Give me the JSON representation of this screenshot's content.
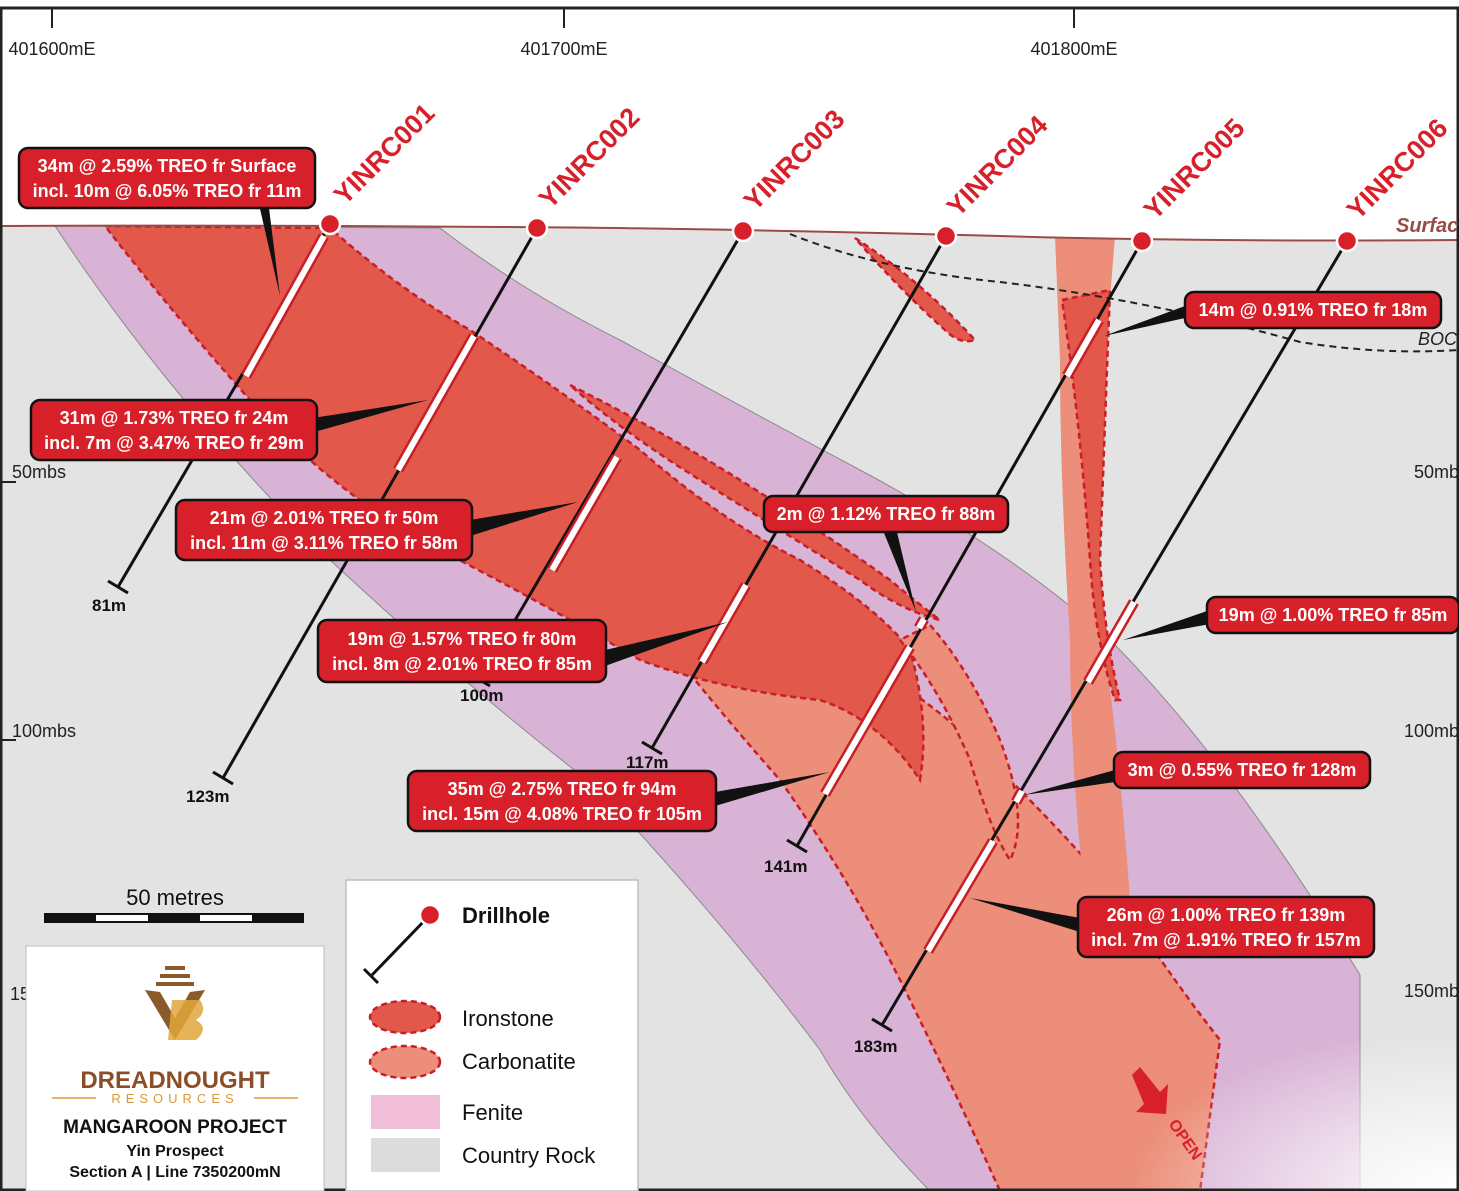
{
  "eastings": [
    "401600mE",
    "401700mE",
    "401800mE"
  ],
  "depths": {
    "left_50": "50mbs",
    "left_100": "100mbs",
    "left_150": "15",
    "right_50": "50mb",
    "right_100": "100mb",
    "right_150": "150mb"
  },
  "surface_label": "Surfac",
  "boc_label": "BOC",
  "drillholes": [
    {
      "id": "YINRC001",
      "eoh": "81m"
    },
    {
      "id": "YINRC002",
      "eoh": "123m"
    },
    {
      "id": "YINRC003",
      "eoh": "100m"
    },
    {
      "id": "YINRC004",
      "eoh": "117m"
    },
    {
      "id": "YINRC005",
      "eoh": "141m"
    },
    {
      "id": "YINRC006",
      "eoh": "183m"
    }
  ],
  "intercepts": [
    {
      "line1": "34m @ 2.59% TREO fr Surface",
      "line2": "incl. 10m @ 6.05% TREO fr 11m"
    },
    {
      "line1": "31m @ 1.73% TREO fr 24m",
      "line2": "incl. 7m @ 3.47% TREO fr 29m"
    },
    {
      "line1": "21m @ 2.01% TREO fr 50m",
      "line2": "incl. 11m @ 3.11% TREO fr 58m"
    },
    {
      "line1": "19m @ 1.57% TREO fr 80m",
      "line2": "incl. 8m @ 2.01% TREO fr 85m"
    },
    {
      "line1": "35m @ 2.75% TREO fr 94m",
      "line2": "incl. 15m @ 4.08% TREO fr 105m"
    },
    {
      "line1": "2m @ 1.12% TREO fr 88m",
      "line2": ""
    },
    {
      "line1": "14m @ 0.91% TREO fr 18m",
      "line2": ""
    },
    {
      "line1": "19m @ 1.00% TREO fr 85m",
      "line2": ""
    },
    {
      "line1": "3m @ 0.55% TREO fr 128m",
      "line2": ""
    },
    {
      "line1": "26m @ 1.00% TREO fr 139m",
      "line2": "incl. 7m @ 1.91% TREO fr 157m"
    }
  ],
  "open_label": "OPEN",
  "scale_label": "50 metres",
  "legend": {
    "drillhole": "Drillhole",
    "ironstone": "Ironstone",
    "carbonatite": "Carbonatite",
    "fenite": "Fenite",
    "country_rock": "Country Rock"
  },
  "logo": {
    "name": "DREADNOUGHT",
    "sub": "RESOURCES",
    "project": "MANGAROON PROJECT",
    "prospect": "Yin Prospect",
    "section": "Section A | Line 7350200mN"
  },
  "colors": {
    "country_rock": "#e3e3e3",
    "fenite": "#d9b3d6",
    "ironstone": "#e2584a",
    "carbonatite": "#ec8e79",
    "label_red": "#d8202a",
    "surface_line": "#9b4b45"
  }
}
